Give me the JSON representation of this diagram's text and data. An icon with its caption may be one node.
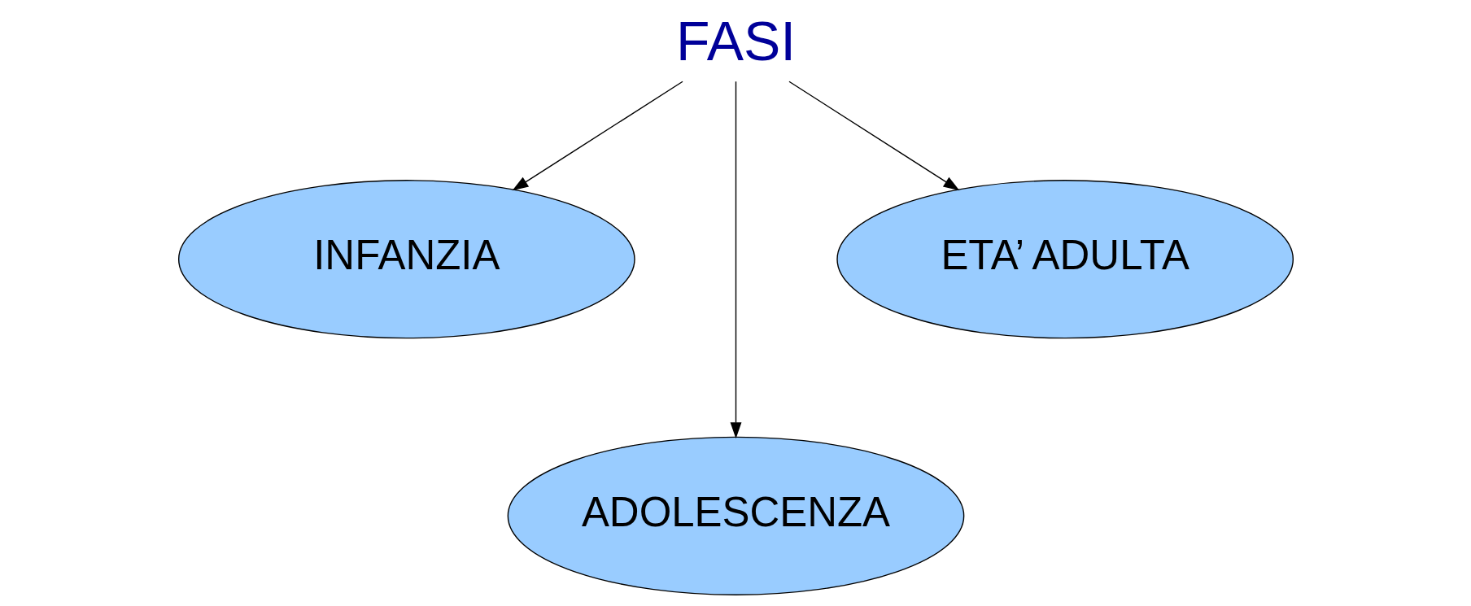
{
  "diagram": {
    "nodes": [
      {
        "text": [
          "FASI"
        ]
      },
      {
        "text": [
          "INFANZIA"
        ]
      },
      {
        "text": [
          "ADOLESCENZA"
        ]
      },
      {
        "text": [
          "ETA’ ADULTA"
        ]
      }
    ],
    "edges": [
      {
        "from": 0,
        "to": 1,
        "arrow": "to"
      },
      {
        "from": 0,
        "to": 2,
        "arrow": "to"
      },
      {
        "from": 0,
        "to": 3,
        "arrow": "to"
      }
    ]
  }
}
